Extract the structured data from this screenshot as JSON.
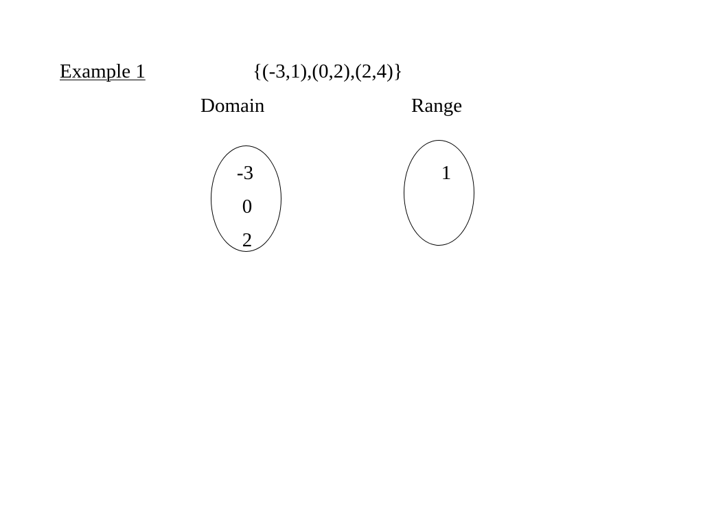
{
  "slide": {
    "example_title": "Example 1",
    "set_notation": "{(-3,1),(0,2),(2,4)}",
    "domain": {
      "label": "Domain",
      "values": [
        "-3",
        "0",
        "2"
      ]
    },
    "range": {
      "label": "Range",
      "values": [
        "1"
      ]
    }
  }
}
